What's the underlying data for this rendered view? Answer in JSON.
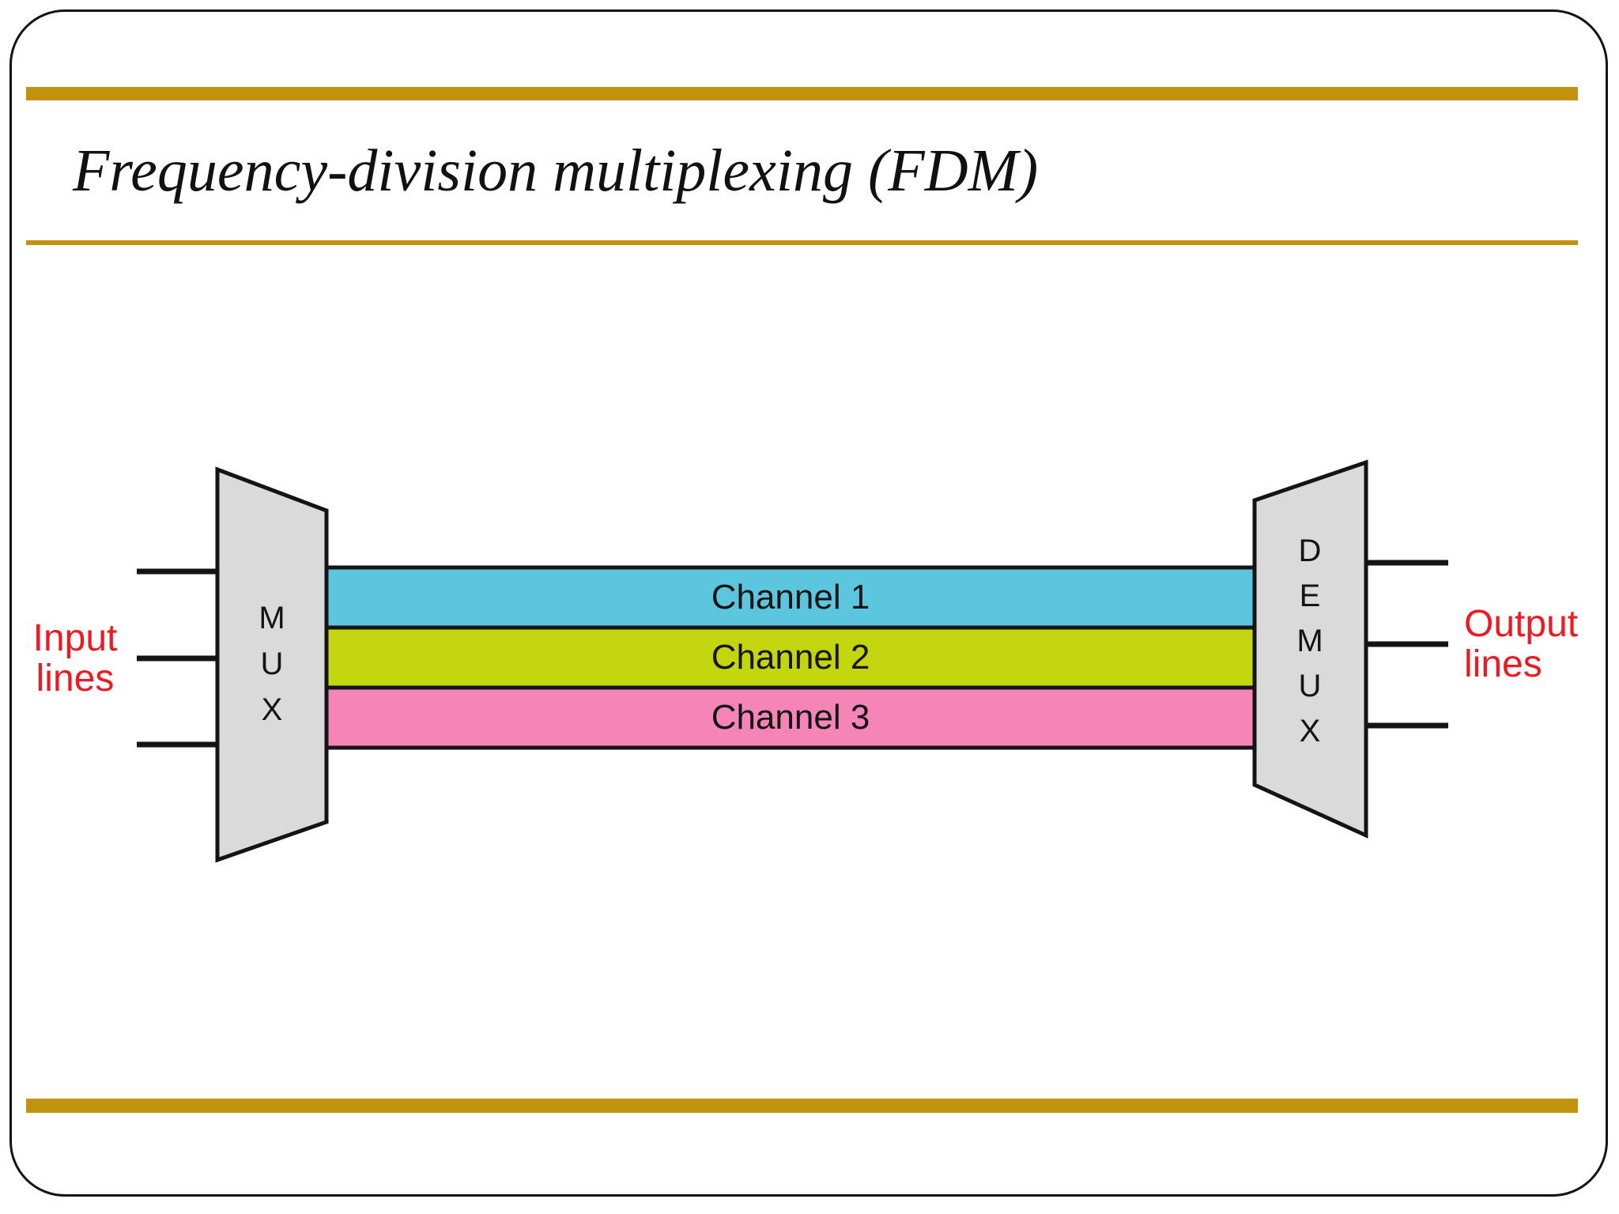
{
  "slide": {
    "title": "Frequency-division multiplexing (FDM)"
  },
  "colors": {
    "accent_gold": "#C2920D",
    "label_red": "#EC1B23",
    "box_gray": "#DADADA",
    "outline_black": "#141414"
  },
  "diagram": {
    "input_label": "Input lines",
    "output_label": "Output lines",
    "mux": {
      "label": "MUX",
      "letters": [
        "M",
        "U",
        "X"
      ],
      "fill": "#DADADA"
    },
    "demux": {
      "label": "DEMUX",
      "letters": [
        "D",
        "E",
        "M",
        "U",
        "X"
      ],
      "fill": "#DADADA"
    },
    "channels": [
      {
        "label": "Channel 1",
        "color": "#5CC6DE"
      },
      {
        "label": "Channel 2",
        "color": "#C3D50C"
      },
      {
        "label": "Channel 3",
        "color": "#F584B7"
      }
    ],
    "input_line_count": 3,
    "output_line_count": 3
  }
}
